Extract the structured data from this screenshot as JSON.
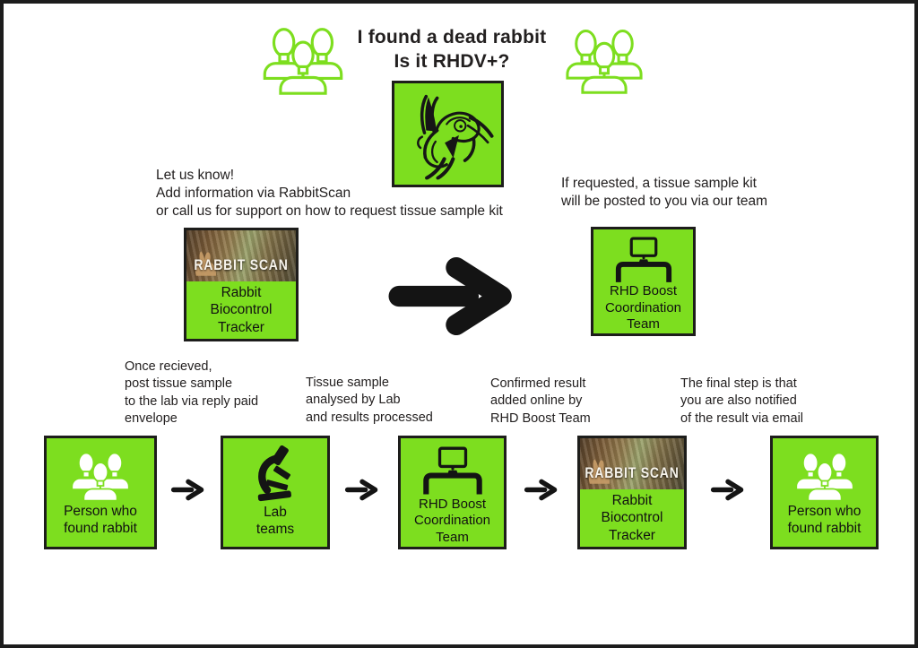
{
  "header": {
    "title": "I found a dead rabbit\nIs it RHDV+?"
  },
  "colors": {
    "accent_green": "#7dde1f",
    "ink": "#232020"
  },
  "icons": {
    "audience_left": "people-group-outline-icon",
    "audience_right": "people-group-outline-icon",
    "dead_rabbit": "leaping-rabbit-sketch-icon",
    "person": "people-group-filled-icon",
    "lab": "microscope-icon",
    "coordination_team": "computer-on-desk-icon",
    "flow_arrow": "right-arrow-icon"
  },
  "top_flow": {
    "report_note": "Let us know!\nAdd information via RabbitScan\nor call us for support on how to request tissue sample kit",
    "kit_note": "If requested, a tissue sample kit\nwill be posted to you via our team",
    "rabbitscan": {
      "banner": "RABBIT SCAN",
      "label": "Rabbit\nBiocontrol\nTracker"
    },
    "coordination": {
      "label": "RHD Boost\nCoordination\nTeam"
    }
  },
  "bottom_flow": {
    "captions": [
      "Once recieved,\npost tissue sample\nto the lab via reply paid\nenvelope",
      "Tissue sample\nanalysed by Lab\nand results processed",
      "Confirmed result\nadded online by\nRHD Boost Team",
      "The final step is that\nyou are also notified\nof the result via email"
    ],
    "steps": [
      {
        "label": "Person who\nfound rabbit"
      },
      {
        "label": "Lab\nteams"
      },
      {
        "label": "RHD Boost\nCoordination\nTeam"
      },
      {
        "banner": "RABBIT SCAN",
        "label": "Rabbit\nBiocontrol\nTracker"
      },
      {
        "label": "Person who\nfound rabbit"
      }
    ]
  }
}
